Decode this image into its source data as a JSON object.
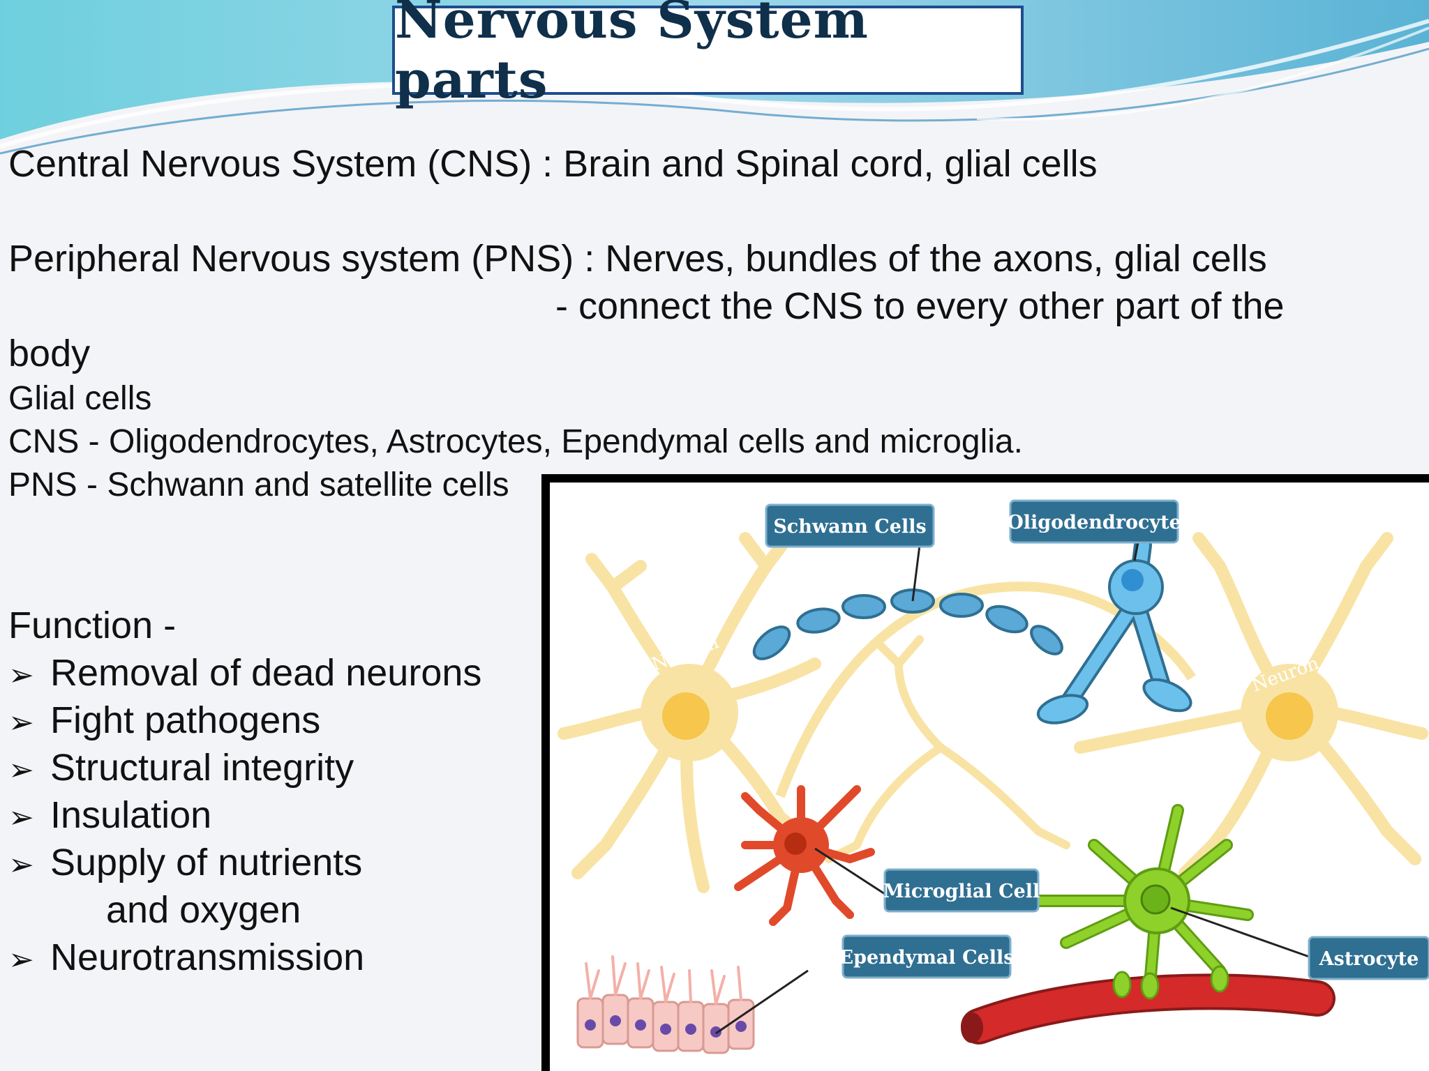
{
  "title": "Nervous System parts",
  "lines": {
    "cns": "Central Nervous System  (CNS)  :  Brain and Spinal cord, glial cells",
    "pns": "Peripheral Nervous system (PNS) :   Nerves, bundles of the axons, glial cells",
    "pns_cont": "-  connect the CNS to every other part of the",
    "body": "body",
    "glial": "Glial cells",
    "cns_glia": "CNS - Oligodendrocytes, Astrocytes, Ependymal cells and microglia.",
    "pns_glia": "PNS - Schwann and satellite cells"
  },
  "function": {
    "heading": "Function -",
    "items": [
      "Removal of dead neurons",
      "Fight pathogens",
      "Structural integrity",
      "Insulation",
      "Supply of nutrients",
      "Neurotransmission"
    ],
    "continuation": "and oxygen"
  },
  "figure": {
    "labels": {
      "schwann": "Schwann Cells",
      "oligo": "Oligodendrocyte",
      "microglial": "Microglial Cell",
      "ependymal": "Ependymal Cells",
      "astrocyte": "Astrocyte",
      "neuron": "Neuron"
    },
    "colors": {
      "neuron": "#f9e3a4",
      "neuron_core": "#f6c64d",
      "schwann": "#5aa9d6",
      "oligo": "#4a9fd8",
      "microglia": "#e04a2a",
      "astrocyte": "#8ed12a",
      "vessel": "#d42a2a",
      "ependymal": "#f6c9c4",
      "label_bg": "#2f6f92"
    }
  }
}
